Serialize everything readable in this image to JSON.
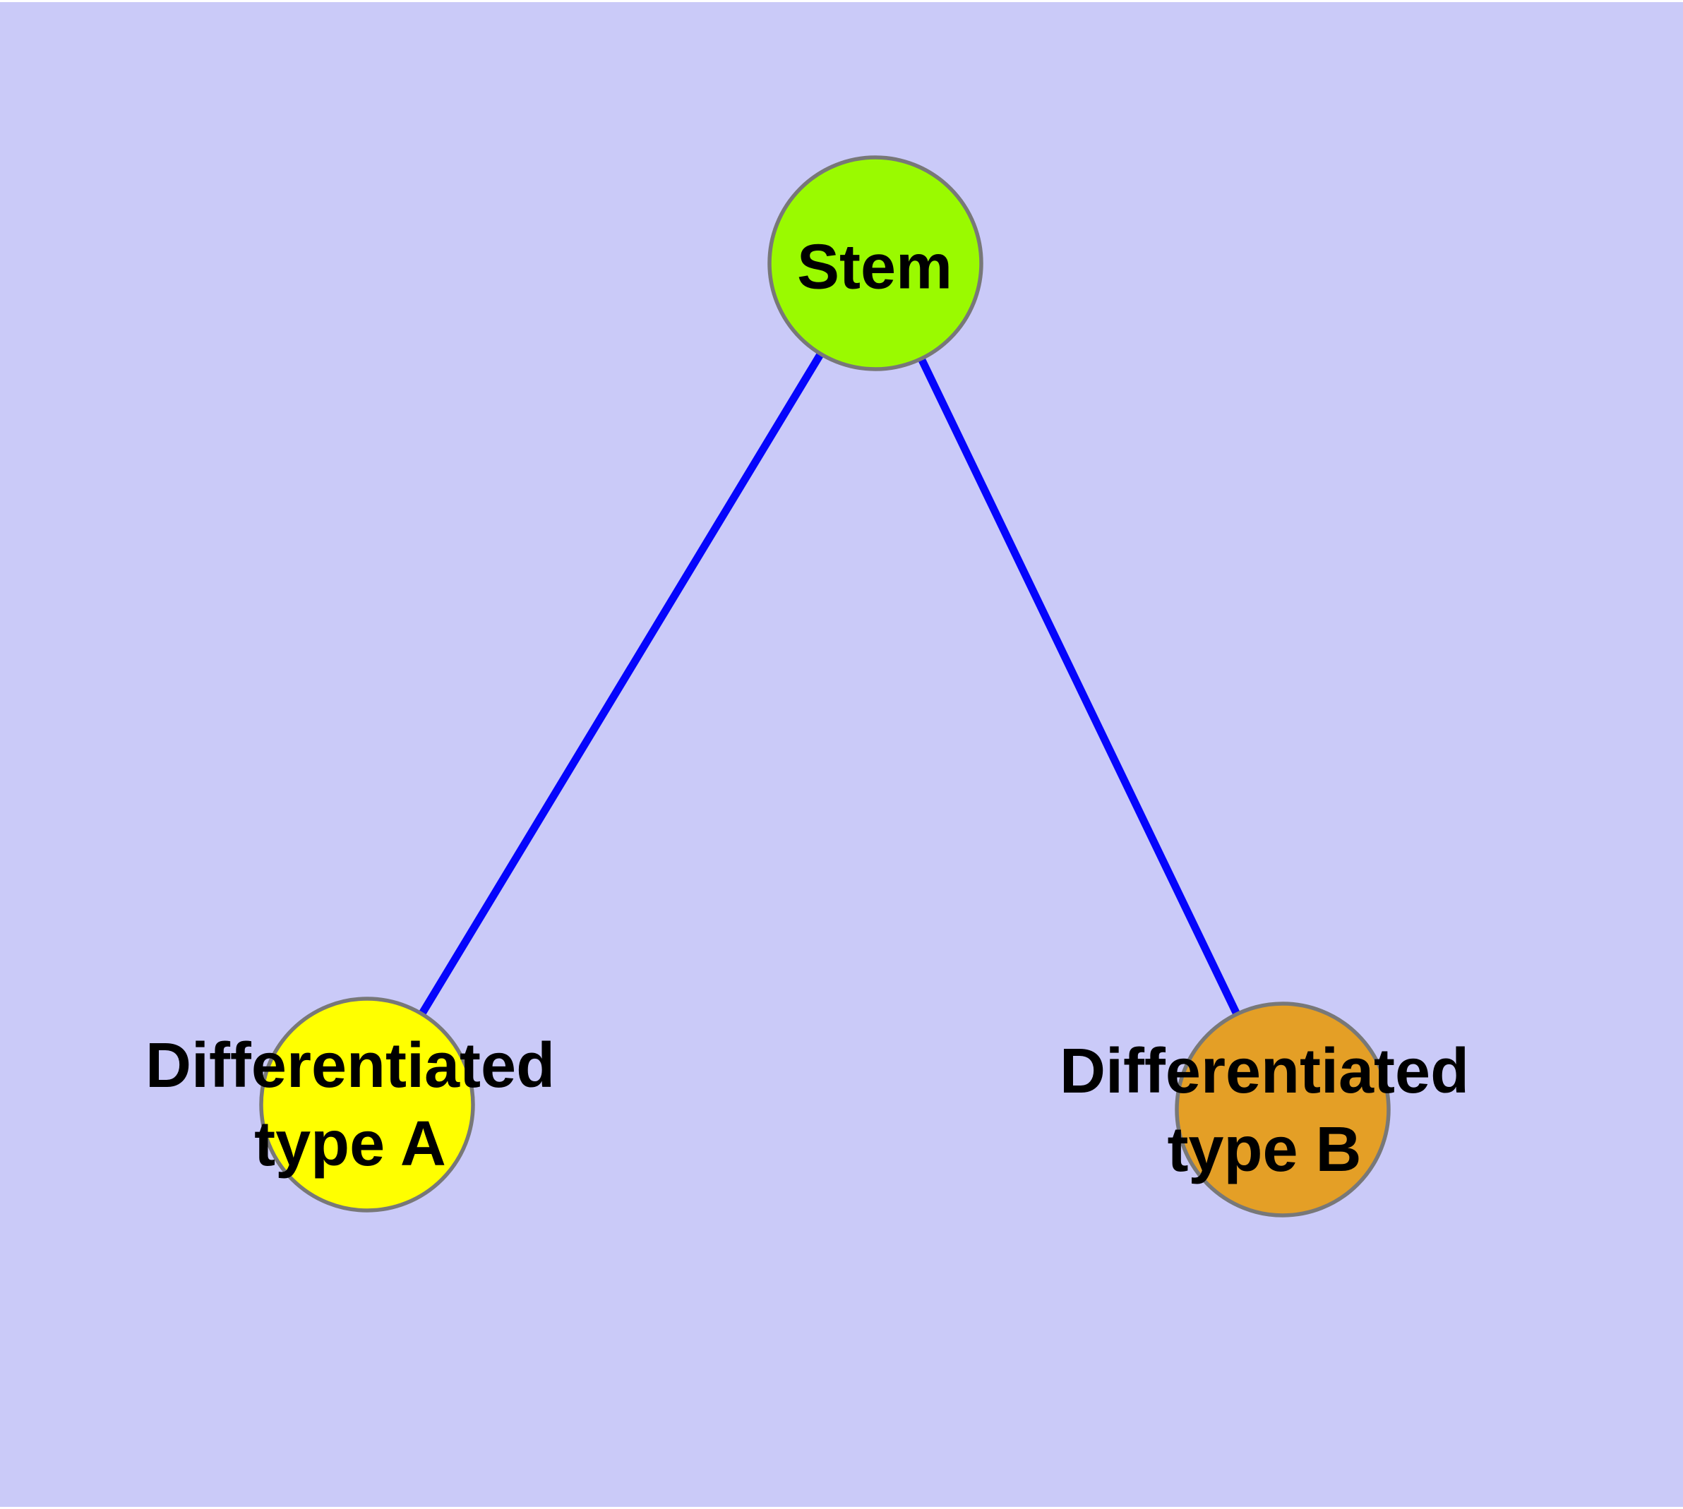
{
  "canvas": {
    "background_color": "#CACAF8",
    "page_edge_color": "#FFFFFF"
  },
  "diagram": {
    "type": "graph",
    "title": "",
    "nodes": [
      {
        "id": "stem",
        "label": "Stem",
        "shape": "circle",
        "fill_color": "#9AFA00",
        "border_color": "#787878",
        "text_color": "#000000"
      },
      {
        "id": "differentiated-type-a",
        "label": "Differentiated\ntype A",
        "shape": "circle",
        "fill_color": "#FFFF00",
        "border_color": "#787878",
        "text_color": "#000000"
      },
      {
        "id": "differentiated-type-b",
        "label": "Differentiated\ntype B",
        "shape": "circle",
        "fill_color": "#E49F26",
        "border_color": "#787878",
        "text_color": "#000000"
      }
    ],
    "edges": [
      {
        "from": "stem",
        "to": "differentiated-type-a",
        "color": "#0505FC"
      },
      {
        "from": "stem",
        "to": "differentiated-type-b",
        "color": "#0505FC"
      }
    ]
  }
}
